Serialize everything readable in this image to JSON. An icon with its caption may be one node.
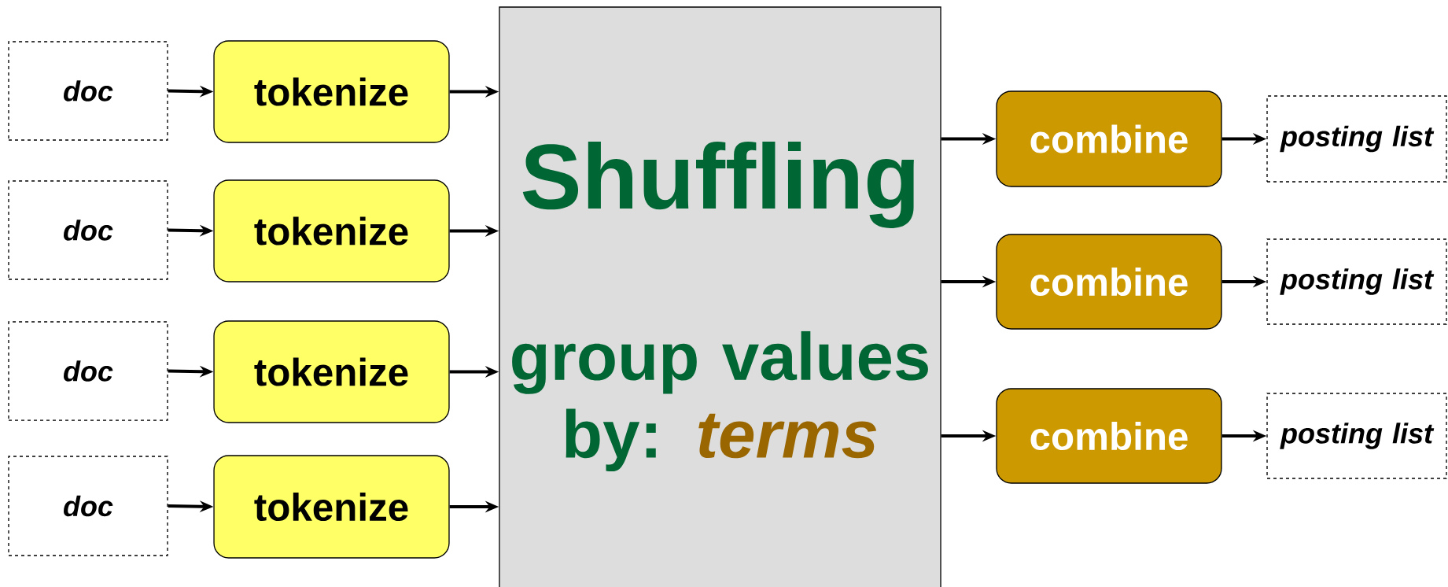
{
  "diagram": {
    "nodes": [
      {
        "text": [
          "doc"
        ]
      },
      {
        "text": [
          "doc"
        ]
      },
      {
        "text": [
          "doc"
        ]
      },
      {
        "text": [
          "doc"
        ]
      },
      {
        "text": [
          "tokenize"
        ]
      },
      {
        "text": [
          "tokenize"
        ]
      },
      {
        "text": [
          "tokenize"
        ]
      },
      {
        "text": [
          "tokenize"
        ]
      },
      {
        "text": [
          "Shuffling",
          "group values by: *terms*"
        ]
      },
      {
        "text": [
          "combine"
        ]
      },
      {
        "text": [
          "combine"
        ]
      },
      {
        "text": [
          "combine"
        ]
      },
      {
        "text": [
          "posting list"
        ]
      },
      {
        "text": [
          "posting list"
        ]
      },
      {
        "text": [
          "posting list"
        ]
      }
    ],
    "edges": [
      {
        "from": 0,
        "to": 4,
        "arrow": "to"
      },
      {
        "from": 1,
        "to": 5,
        "arrow": "to"
      },
      {
        "from": 2,
        "to": 6,
        "arrow": "to"
      },
      {
        "from": 3,
        "to": 7,
        "arrow": "to"
      },
      {
        "from": 4,
        "to": 8,
        "arrow": "to"
      },
      {
        "from": 5,
        "to": 8,
        "arrow": "to"
      },
      {
        "from": 6,
        "to": 8,
        "arrow": "to"
      },
      {
        "from": 7,
        "to": 8,
        "arrow": "to"
      },
      {
        "from": 8,
        "to": 9,
        "arrow": "to"
      },
      {
        "from": 8,
        "to": 10,
        "arrow": "to"
      },
      {
        "from": 8,
        "to": 11,
        "arrow": "to"
      },
      {
        "from": 9,
        "to": 12,
        "arrow": "to"
      },
      {
        "from": 10,
        "to": 13,
        "arrow": "to"
      },
      {
        "from": 11,
        "to": 14,
        "arrow": "to"
      }
    ]
  }
}
